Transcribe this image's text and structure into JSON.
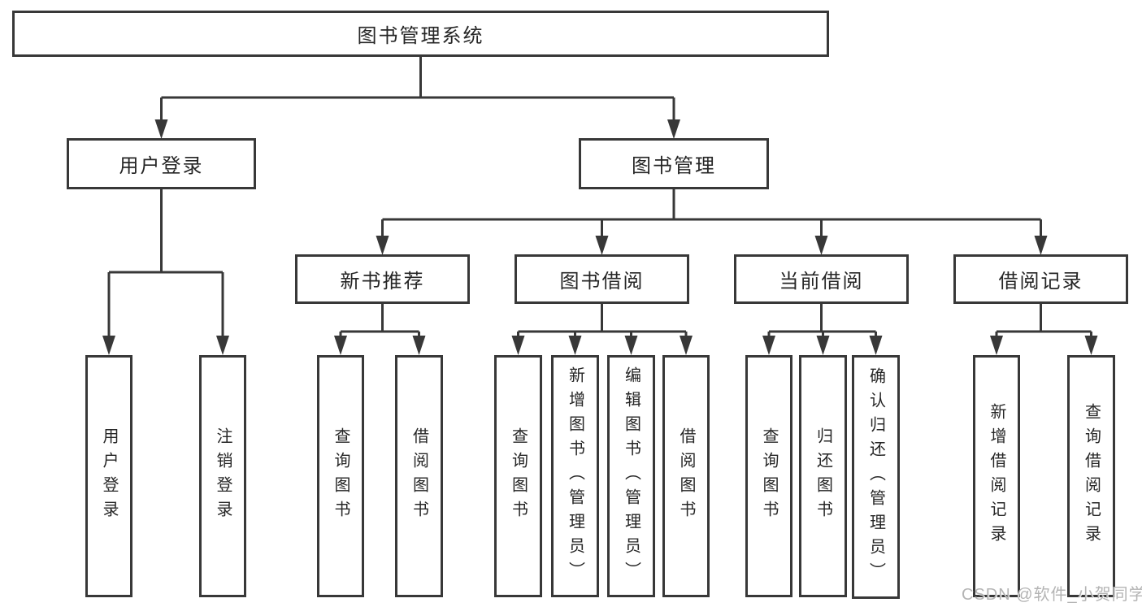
{
  "colors": {
    "line": "#383838",
    "text": "#262626",
    "background": "#ffffff",
    "watermark": "#b4b4b4"
  },
  "watermark": {
    "text": "CSDN @软件_小贺同学"
  },
  "hierarchy": {
    "root": "图书管理系统",
    "children": [
      {
        "label": "用户登录",
        "children": [
          "用户登录",
          "注销登录"
        ]
      },
      {
        "label": "图书管理",
        "children": [
          {
            "label": "新书推荐",
            "children": [
              "查询图书",
              "借阅图书"
            ]
          },
          {
            "label": "图书借阅",
            "children": [
              "查询图书",
              "新增图书（管理员）",
              "编辑图书（管理员）",
              "借阅图书"
            ]
          },
          {
            "label": "当前借阅",
            "children": [
              "查询图书",
              "归还图书",
              "确认归还（管理员）"
            ]
          },
          {
            "label": "借阅记录",
            "children": [
              "新增借阅记录",
              "查询借阅记录"
            ]
          }
        ]
      }
    ]
  },
  "edges": [
    [
      "图书管理系统",
      "用户登录"
    ],
    [
      "图书管理系统",
      "图书管理"
    ],
    [
      "用户登录",
      "用户登录"
    ],
    [
      "用户登录",
      "注销登录"
    ],
    [
      "图书管理",
      "新书推荐"
    ],
    [
      "图书管理",
      "图书借阅"
    ],
    [
      "图书管理",
      "当前借阅"
    ],
    [
      "图书管理",
      "借阅记录"
    ],
    [
      "新书推荐",
      "查询图书"
    ],
    [
      "新书推荐",
      "借阅图书"
    ],
    [
      "图书借阅",
      "查询图书"
    ],
    [
      "图书借阅",
      "新增图书（管理员）"
    ],
    [
      "图书借阅",
      "编辑图书（管理员）"
    ],
    [
      "图书借阅",
      "借阅图书"
    ],
    [
      "当前借阅",
      "查询图书"
    ],
    [
      "当前借阅",
      "归还图书"
    ],
    [
      "当前借阅",
      "确认归还（管理员）"
    ],
    [
      "借阅记录",
      "新增借阅记录"
    ],
    [
      "借阅记录",
      "查询借阅记录"
    ]
  ]
}
